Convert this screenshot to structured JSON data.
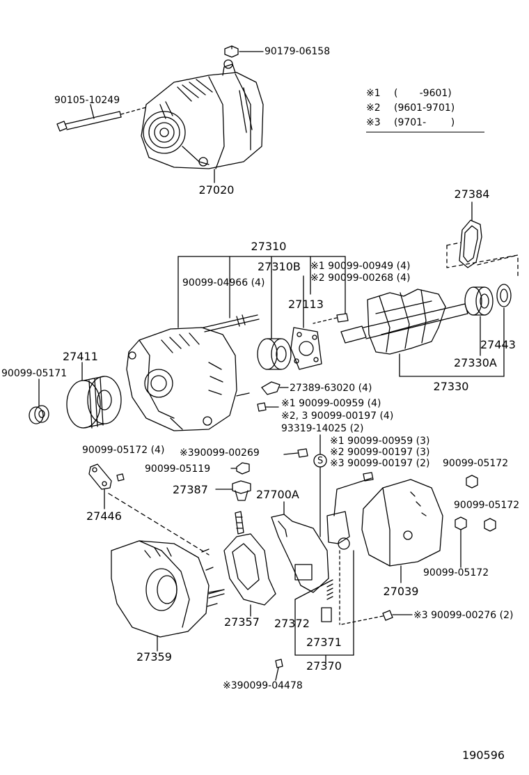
{
  "legend": [
    {
      "mark": "※1",
      "range": "(       -9601)"
    },
    {
      "mark": "※2",
      "range": "(9601-9701)"
    },
    {
      "mark": "※3",
      "range": "(9701-        )"
    }
  ],
  "labels": {
    "l_90179_06158": "90179-06158",
    "l_90105_10249": "90105-10249",
    "l_27020": "27020",
    "l_27384": "27384",
    "l_27310": "27310",
    "l_27310B": "27310B",
    "l_90099_04966": "90099-04966 (4)",
    "l_s1_00949": "※1 90099-00949 (4)",
    "l_s2_00268": "※2 90099-00268 (4)",
    "l_27113": "27113",
    "l_27411": "27411",
    "l_90099_05171": "90099-05171",
    "l_27443": "27443",
    "l_27330A": "27330A",
    "l_27330": "27330",
    "l_27389_63020": "27389-63020 (4)",
    "l_s1_00959a": "※1 90099-00959 (4)",
    "l_s23_00197": "※2, 3  90099-00197 (4)",
    "l_93319_14025": "93319-14025 (2)",
    "l_90099_05172_4": "90099-05172 (4)",
    "l_s3_00269": "※390099-00269",
    "l_s1_00959b": "※1 90099-00959 (3)",
    "l_s2_00197": "※2 90099-00197 (3)",
    "l_s3_00197": "※3 90099-00197 (2)",
    "l_90099_05172_r1": "90099-05172",
    "l_90099_05119": "90099-05119",
    "l_27387": "27387",
    "l_27700A": "27700A",
    "l_90099_05172_r2": "90099-05172",
    "l_27446": "27446",
    "l_90099_05172_r3": "90099-05172",
    "l_27039": "27039",
    "l_s3_00276": "※3 90099-00276 (2)",
    "l_27357": "27357",
    "l_27372": "27372",
    "l_27371": "27371",
    "l_27370": "27370",
    "l_27359": "27359",
    "l_s3_04478": "※390099-04478",
    "l_S": "S",
    "l_figno": "190596"
  }
}
